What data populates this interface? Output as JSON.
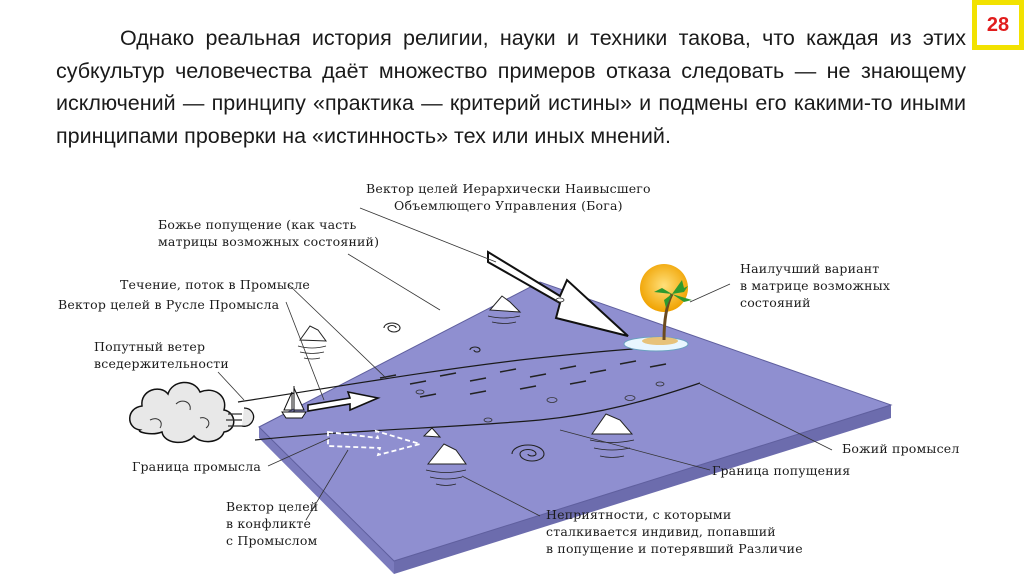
{
  "page_number": "28",
  "paragraph": "Однако реальная история религии, науки и техники такова, что каждая из этих субкультур человечества даёт множество примеров отказа следовать — не знающему исключений — принципу «практика — критерий истины» и подмены его какими-то иными принципами проверки на «истинность» тех или иных мнений.",
  "labels": {
    "vector_god": "Вектор целей Иерархически Наивысшего\nОбъемлющего Управления (Бога)",
    "divine_permission": "Божье попущение (как часть\nматрицы возможных состояний)",
    "current_flow": "Течение, поток в Промысле",
    "vector_in_channel": "Вектор целей в Русле Промысла",
    "fair_wind": "Попутный ветер\nвседержительности",
    "providence_border": "Граница промысла",
    "vector_conflict": "Вектор целей\nв конфликте\nс Промыслом",
    "best_option": "Наилучший вариант\nв матрице возможных\nсостояний",
    "gods_providence": "Божий промысел",
    "permission_border": "Граница попущения",
    "troubles": "Неприятности, с которыми\nсталкивается индивид, попавший\nв попущение и потерявший Различие"
  },
  "colors": {
    "plane_top": "#8f8fd0",
    "plane_side": "#6c6cad",
    "badge": "#f2e200",
    "page_number": "#e11d1d"
  },
  "icons": [
    "wind-cloud-icon",
    "sailboat-icon",
    "island-sun-palm-icon",
    "iceberg-icon",
    "whirlpool-icon"
  ]
}
